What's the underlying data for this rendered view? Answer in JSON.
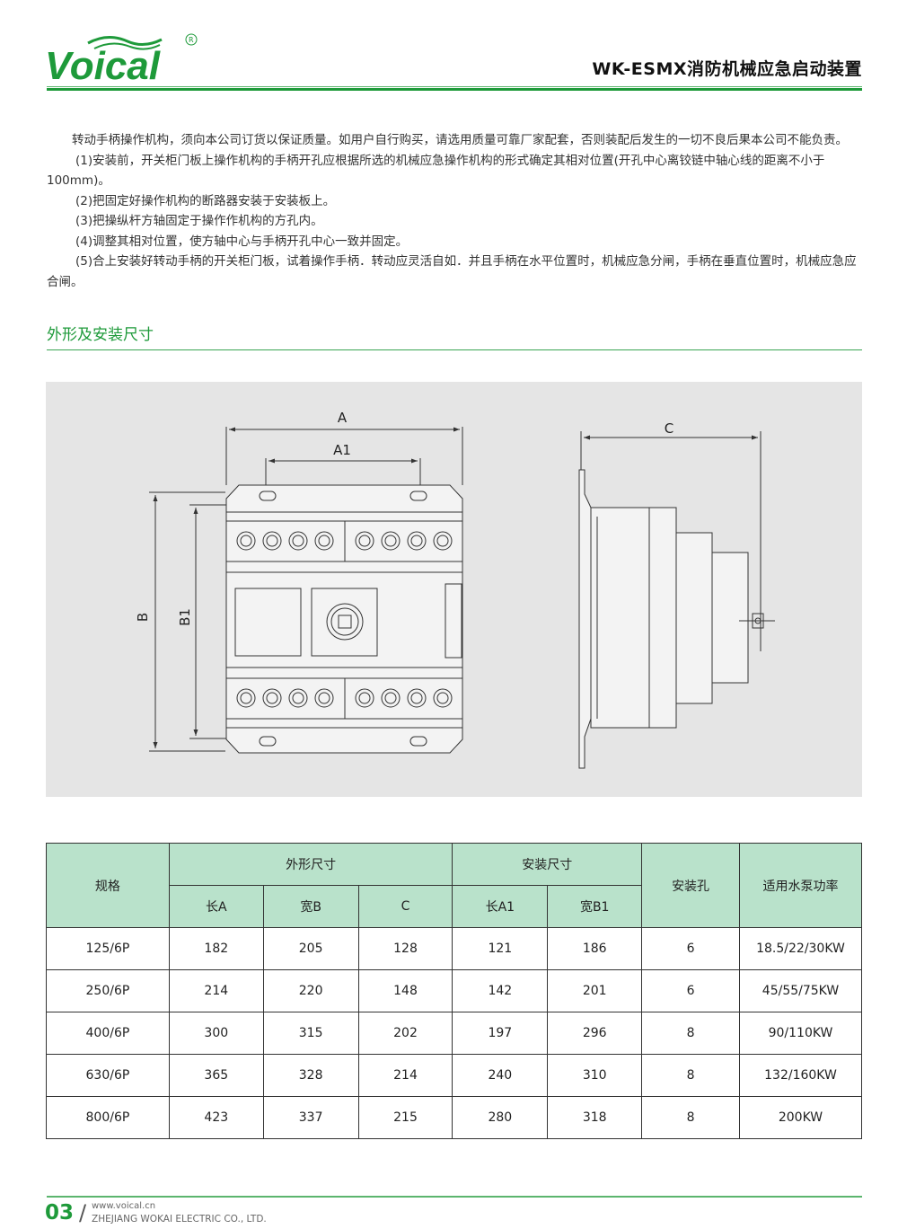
{
  "header": {
    "brand": "Voical",
    "title": "WK-ESMX消防机械应急启动装置"
  },
  "intro": [
    "转动手柄操作机构，须向本公司订货以保证质量。如用户自行购买，请选用质量可靠厂家配套，否则装配后发生的一切不良后果本公司不能负责。",
    "(1)安装前，开关柜门板上操作机构的手柄开孔应根据所选的机械应急操作机构的形式确定其相对位置(开孔中心离铰链中轴心线的距离不小于100mm)。",
    "(2)把固定好操作机构的断路器安装于安装板上。",
    "(3)把操纵杆方轴固定于操作作机构的方孔内。",
    "(4)调整其相对位置，使方轴中心与手柄开孔中心一致并固定。",
    "(5)合上安装好转动手柄的开关柜门板，试着操作手柄．转动应灵活自如．并且手柄在水平位置时，机械应急分闸，手柄在垂直位置时，机械应急应合闸。"
  ],
  "section_title": "外形及安装尺寸",
  "diagram": {
    "A": "A",
    "A1": "A1",
    "B": "B",
    "B1": "B1",
    "C": "C"
  },
  "table": {
    "h_spec": "规格",
    "h_outer": "外形尺寸",
    "h_install": "安装尺寸",
    "h_holes": "安装孔",
    "h_power": "适用水泵功率",
    "h_A": "长A",
    "h_B": "宽B",
    "h_C": "C",
    "h_A1": "长A1",
    "h_B1": "宽B1",
    "rows": [
      [
        "125/6P",
        "182",
        "205",
        "128",
        "121",
        "186",
        "6",
        "18.5/22/30KW"
      ],
      [
        "250/6P",
        "214",
        "220",
        "148",
        "142",
        "201",
        "6",
        "45/55/75KW"
      ],
      [
        "400/6P",
        "300",
        "315",
        "202",
        "197",
        "296",
        "8",
        "90/110KW"
      ],
      [
        "630/6P",
        "365",
        "328",
        "214",
        "240",
        "310",
        "8",
        "132/160KW"
      ],
      [
        "800/6P",
        "423",
        "337",
        "215",
        "280",
        "318",
        "8",
        "200KW"
      ]
    ]
  },
  "footer": {
    "page": "03",
    "slash": "/",
    "web": "www.voical.cn",
    "company": "ZHEJIANG WOKAI ELECTRIC CO., LTD."
  },
  "colors": {
    "brand_green": "#1e9a3a",
    "table_header": "#b9e2cb",
    "diagram_bg": "#e5e5e5"
  }
}
